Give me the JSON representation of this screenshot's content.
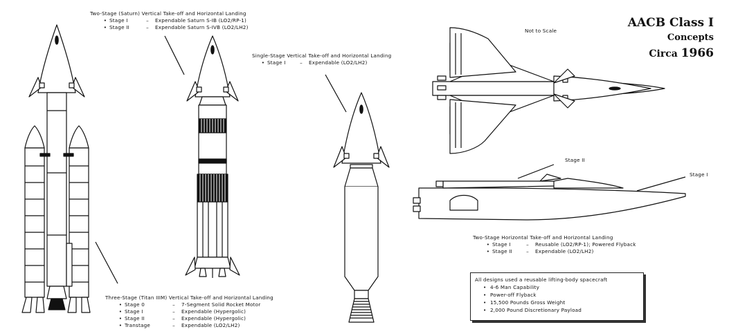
{
  "title": {
    "line1": "AACB Class I",
    "line2": "Concepts",
    "line3_prefix": "Circa",
    "line3_year": "1966"
  },
  "not_to_scale": "Not to Scale",
  "saturn": {
    "heading": "Two-Stage (Saturn) Vertical Take-off and Horizontal Landing",
    "rows": [
      {
        "bullet": "•",
        "stage": "Stage I",
        "dash": "–",
        "desc": "Expendable Saturn S-IB (LO2/RP-1)"
      },
      {
        "bullet": "•",
        "stage": "Stage II",
        "dash": "–",
        "desc": "Expendable Saturn S-IVB (LO2/LH2)"
      }
    ]
  },
  "single": {
    "heading": "Single-Stage Vertical Take-off and Horizontal Landing",
    "rows": [
      {
        "bullet": "•",
        "stage": "Stage I",
        "dash": "–",
        "desc": "Expendable (LO2/LH2)"
      }
    ]
  },
  "titan": {
    "heading": "Three-Stage (Titan IIIM) Vertical Take-off and Horizontal Landing",
    "rows": [
      {
        "bullet": "•",
        "stage": "Stage 0",
        "dash": "–",
        "desc": "7-Segment Solid Rocket Motor"
      },
      {
        "bullet": "•",
        "stage": "Stage I",
        "dash": "–",
        "desc": "Expendable (Hypergolic)"
      },
      {
        "bullet": "•",
        "stage": "Stage II",
        "dash": "–",
        "desc": "Expendable (Hypergolic)"
      },
      {
        "bullet": "•",
        "stage": "Transtage",
        "dash": "–",
        "desc": "Expendable (LO2/LH2)"
      }
    ]
  },
  "horizontal": {
    "heading": "Two-Stage Horizontal Take-off and Horizontal Landing",
    "rows": [
      {
        "bullet": "•",
        "stage": "Stage I",
        "dash": "–",
        "desc": "Reusable (LO2/RP-1); Powered Flyback"
      },
      {
        "bullet": "•",
        "stage": "Stage II",
        "dash": "–",
        "desc": "Expendable (LO2/LH2)"
      }
    ],
    "label_stage2": "Stage II",
    "label_stage1": "Stage I"
  },
  "summary": {
    "heading": "All designs used a reusable lifting-body spacecraft",
    "items": [
      "4-6 Man Capability",
      "Power-off Flyback",
      "15,500 Pounds Gross Weight",
      "2,000 Pound Discretionary Payload"
    ]
  }
}
